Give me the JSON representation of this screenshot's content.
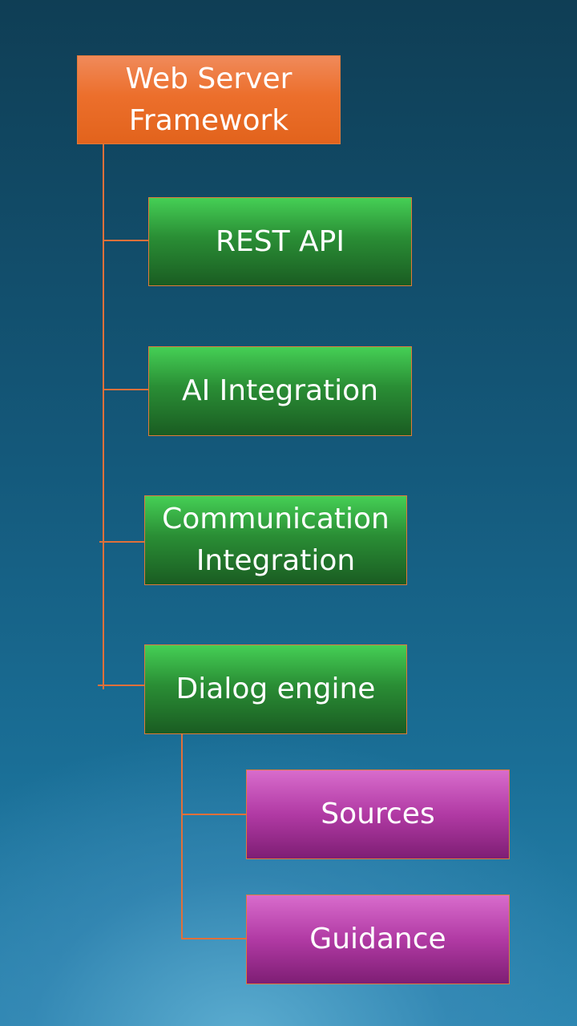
{
  "diagram": {
    "root": {
      "label": "Web Server\nFramework"
    },
    "children": [
      {
        "label": "REST API"
      },
      {
        "label": "AI Integration"
      },
      {
        "label": "Communication\nIntegration"
      },
      {
        "label": "Dialog engine",
        "children": [
          {
            "label": "Sources"
          },
          {
            "label": "Guidance"
          }
        ]
      }
    ]
  },
  "colors": {
    "root_fill": "#ec6f2c",
    "child_fill": "#2a8e35",
    "grandchild_fill": "#b13aa4",
    "connector": "#e0703a",
    "background": "#14597b"
  }
}
